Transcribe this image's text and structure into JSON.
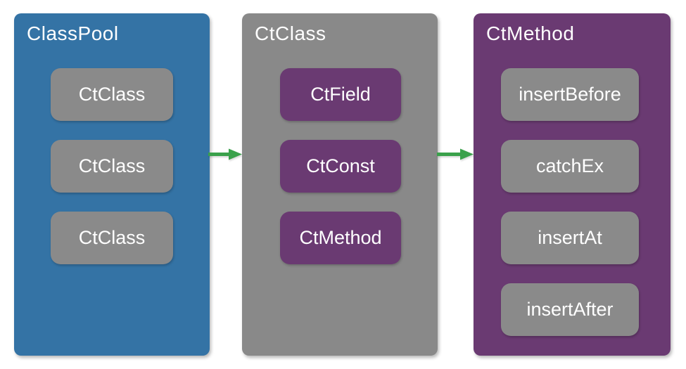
{
  "columns": [
    {
      "title": "ClassPool",
      "fill_color": "#3473A5",
      "item_fill_color": "#8A8A8A",
      "items": [
        "CtClass",
        "CtClass",
        "CtClass"
      ]
    },
    {
      "title": "CtClass",
      "fill_color": "#898989",
      "item_fill_color": "#6A3A72",
      "items": [
        "CtField",
        "CtConst",
        "CtMethod"
      ]
    },
    {
      "title": "CtMethod",
      "fill_color": "#6A3A72",
      "item_fill_color": "#8A8A8A",
      "items": [
        "insertBefore",
        "catchEx",
        "insertAt",
        "insertAfter"
      ]
    }
  ],
  "arrows": [
    {
      "from": "ClassPool",
      "to": "CtClass",
      "color": "#3AA14B"
    },
    {
      "from": "CtClass",
      "to": "CtMethod",
      "color": "#3AA14B"
    }
  ],
  "text_color": "#FFFFFF",
  "background_color": "#FFFFFF"
}
